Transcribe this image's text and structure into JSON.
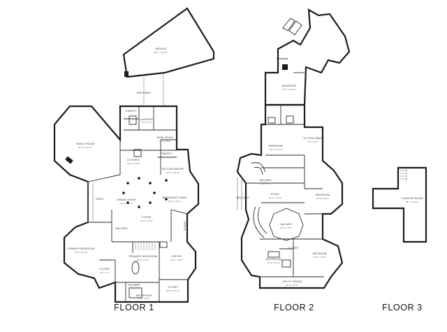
{
  "floors": [
    {
      "title": "FLOOR 1",
      "rooms": [
        {
          "name": "GARAGE",
          "dims": "38' 1\" x 21' 11\""
        },
        {
          "name": "DRIVEWAY",
          "dims": ""
        },
        {
          "name": "PANTRY",
          "dims": ""
        },
        {
          "name": "LAUNDRY",
          "dims": "7' 9\" x 11' 1\""
        },
        {
          "name": "FAMILY ROOM",
          "dims": "21' 11\" x 21' 6\""
        },
        {
          "name": "WINE ROOM",
          "dims": "11' 1\" x 8' 9\""
        },
        {
          "name": "KITCHEN",
          "dims": "14' 5\" x 12' 8\""
        },
        {
          "name": "PANTRY",
          "dims": ""
        },
        {
          "name": "BUTLER PANTRY",
          "dims": "12' 3\" x 10' 11\""
        },
        {
          "name": "DINING ROOM",
          "dims": "13' 2\" x 12' 1\""
        },
        {
          "name": "BREAKFAST AREA",
          "dims": "14' 3\" x 13' 9\""
        },
        {
          "name": "PATIO",
          "dims": ""
        },
        {
          "name": "FOYER",
          "dims": "12' 4\" x 14' 9\""
        },
        {
          "name": "HALLWAY",
          "dims": ""
        },
        {
          "name": "STAIRS",
          "dims": ""
        },
        {
          "name": "PRIMARY BEDROOM",
          "dims": "13' 9\" x 14' 11\""
        },
        {
          "name": "PRIMARY BATHROOM",
          "dims": "15' 9\" x 14' 3\""
        },
        {
          "name": "OFFICE",
          "dims": "14' 3\" x 14' 5\""
        },
        {
          "name": "CLOSET",
          "dims": "9' 8\" x 7' 7\""
        },
        {
          "name": "SHOWER",
          "dims": "7' 7\" x 4' 3\""
        },
        {
          "name": "BATHROOM",
          "dims": "11' 4\" x 5' 8\""
        },
        {
          "name": "CLOSET",
          "dims": "15' 7\" x 11' 11\""
        }
      ]
    },
    {
      "title": "FLOOR 2",
      "rooms": [
        {
          "name": "BEDROOM",
          "dims": "16' 3\" x 19' 11\""
        },
        {
          "name": "BEDROOM",
          "dims": "13' 1\" x 13' 3\""
        },
        {
          "name": "SITTING AREA",
          "dims": "7' 8\" x 10' 5\""
        },
        {
          "name": "HALLWAY",
          "dims": "16' 5\" x 4' 7\""
        },
        {
          "name": "STUDY",
          "dims": "14' 3\" x 12' 9\""
        },
        {
          "name": "BEDROOM",
          "dims": "16' 3\" x 13' 4\""
        },
        {
          "name": "HALLWAY",
          "dims": "20' 1\" x 19' 7\""
        },
        {
          "name": "BALCONY",
          "dims": ""
        },
        {
          "name": "BATHROOM",
          "dims": "12' 1\" x 12' 2\""
        },
        {
          "name": "BEDROOM",
          "dims": "15' 9\" x 16' 9\""
        },
        {
          "name": "CLOSET",
          "dims": ""
        },
        {
          "name": "UTILITY ROOM",
          "dims": "26' 3\" x 5' 6\""
        }
      ]
    },
    {
      "title": "FLOOR 3",
      "rooms": [
        {
          "name": "THEATRE ROOM",
          "dims": "25' 7\" x 22' 4\""
        }
      ]
    }
  ],
  "colors": {
    "wall": "#1c1c1c",
    "label": "#333333",
    "background": "#ffffff"
  }
}
